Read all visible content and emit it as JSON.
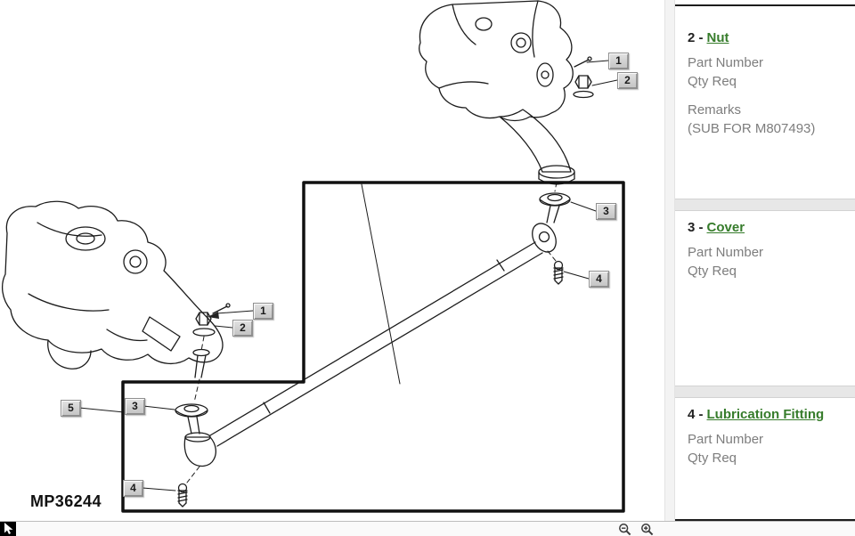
{
  "figure": {
    "id": "MP36244"
  },
  "callout_labels": [
    "1",
    "2",
    "3",
    "4",
    "5"
  ],
  "panel": {
    "entries": [
      {
        "ref": "2 -",
        "name": "Nut",
        "field1": "Part Number",
        "field2": "Qty Req",
        "remarks_label": "Remarks",
        "remarks_value": "(SUB FOR M807493)"
      },
      {
        "ref": "3 -",
        "name": "Cover",
        "field1": "Part Number",
        "field2": "Qty Req"
      },
      {
        "ref": "4 -",
        "name": "Lubrication Fitting",
        "field1": "Part Number",
        "field2": "Qty Req"
      }
    ]
  },
  "colors": {
    "link_green": "#367C2B",
    "line_black": "#1a1a1a"
  },
  "icons": {
    "pan": "cursor-arrow",
    "zoom_out": "magnifier-minus",
    "zoom_in": "magnifier-plus"
  }
}
